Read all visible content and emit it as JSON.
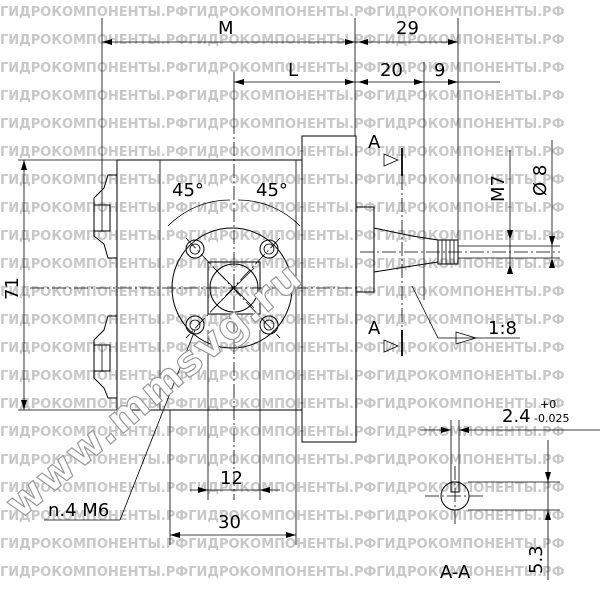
{
  "watermark": {
    "line_text": "ГИДРОКОМПОНЕНТЫ.РФГИДРОКОМПОНЕНТЫ.РФГИДРОКОМПОНЕНТЫ.РФ",
    "diagonal_text": "www.mmsvg.ru"
  },
  "dimensions": {
    "overall_top": "M",
    "shaft_total": "29",
    "flange_to_front": "L",
    "shaft_length": "20",
    "thread_length": "9",
    "height": "71",
    "thread": "M7",
    "shaft_diameter": "Ø 8",
    "taper": "1:8",
    "key_width": "2.4",
    "key_tol_upper": "+0",
    "key_tol_lower": "-0.025",
    "key_depth": "5.3",
    "bolt_spacing": "12",
    "flange_width": "30",
    "angle_left": "45°",
    "angle_right": "45°",
    "bolt_holes": "n.4 M6",
    "section_mark_top": "A",
    "section_mark_bottom": "A",
    "section_label": "A-A"
  }
}
